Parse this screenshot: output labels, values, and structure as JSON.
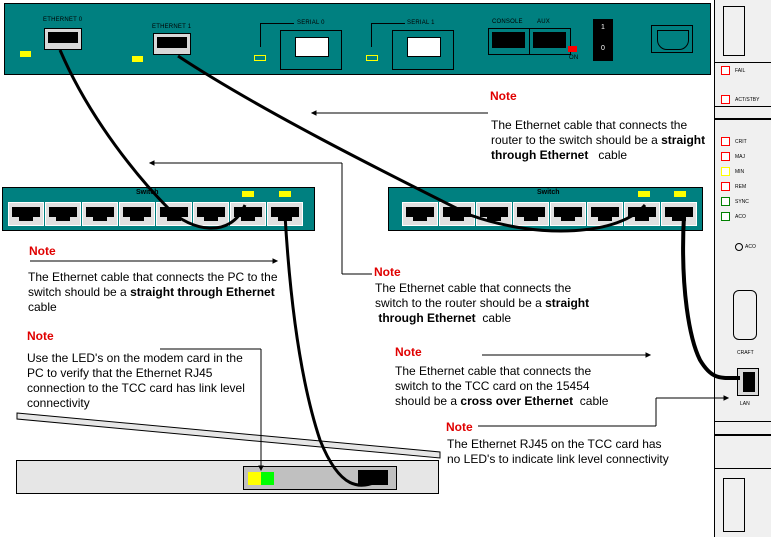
{
  "router": {
    "ports": {
      "ethernet0": "ETHERNET 0",
      "ethernet1": "ETHERNET 1",
      "serial0": "SERIAL 0",
      "serial1": "SERIAL 1",
      "console": "CONSOLE",
      "aux": "AUX",
      "on_label": "ON"
    },
    "power_switch": {
      "on": "1",
      "off": "0"
    },
    "colors": {
      "chassis": "#008080",
      "led_yellow": "#ffff00",
      "led_red": "#ff0000"
    }
  },
  "switches": [
    {
      "label": "Switch",
      "ports": 8,
      "lit_leds": 2
    },
    {
      "label": "Switch",
      "ports": 8,
      "lit_leds": 2
    }
  ],
  "tcc_card": {
    "leds": [
      {
        "label": "FAIL",
        "color": "#ff0000"
      },
      {
        "label": "ACT/STBY",
        "color": "#ff0000"
      },
      {
        "label": "CRIT",
        "color": "#ff0000"
      },
      {
        "label": "MAJ",
        "color": "#ff0000"
      },
      {
        "label": "MIN",
        "color": "#ffff00"
      },
      {
        "label": "REM",
        "color": "#ff0000"
      },
      {
        "label": "SYNC",
        "color": "#008000"
      },
      {
        "label": "ACO",
        "color": "#008000"
      }
    ],
    "aco_button": "ACO",
    "craft_label": "CRAFT",
    "lan_label": "LAN"
  },
  "pc_modem": {
    "led_colors": [
      "#ffff00",
      "#00ff00"
    ]
  },
  "notes": [
    {
      "title": "Note",
      "lines": [
        "The Ethernet cable that connects the",
        "router to the switch should be a "
      ],
      "bold1": "straight",
      "bold2": "through Ethernet",
      "tail": "cable"
    },
    {
      "title": "Note",
      "line1": "The Ethernet cable that connects the PC to the",
      "line2a": "switch should be a ",
      "bold": "straight through Ethernet",
      "line3": "cable"
    },
    {
      "title": "Note",
      "line1": "The Ethernet cable that connects the",
      "line2a": "switch to the router should be a ",
      "bold1": "straight",
      "bold2": "through Ethernet",
      "tail": "cable"
    },
    {
      "title": "Note",
      "lines": [
        "Use the LED's on the modem card in the",
        "PC to verify  that the Ethernet RJ45",
        "connection to the TCC card has link level",
        "connectivity"
      ]
    },
    {
      "title": "Note",
      "line1": "The Ethernet cable that connects the",
      "line2": "switch to the TCC card on the 15454",
      "line3a": "should be a ",
      "bold": "cross over  Ethernet",
      "tail": "cable"
    },
    {
      "title": "Note",
      "lines": [
        "The Ethernet RJ45 on the TCC card has",
        "no LED's to indicate link level connectivity"
      ]
    }
  ]
}
